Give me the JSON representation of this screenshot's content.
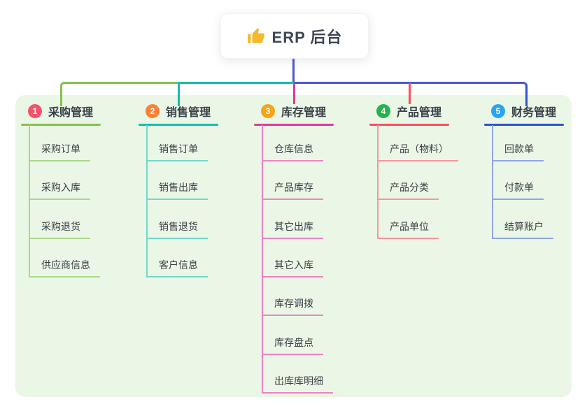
{
  "root": {
    "title": "ERP 后台",
    "icon": "thumbs-up-icon"
  },
  "colors": {
    "panel_bg": "#ebf7e6",
    "root_connector": "#4a58d0",
    "root_text": "#3d4656",
    "branch_title_text": "#383f47",
    "child_text": "#3a4047",
    "thumb_icon": "#f6b92c"
  },
  "branches": [
    {
      "index": "1",
      "label": "采购管理",
      "badge_color": "#f4516c",
      "line_color": "#82c34c",
      "child_line_color": "#abd78a",
      "children": [
        "采购订单",
        "采购入库",
        "采购退货",
        "供应商信息"
      ]
    },
    {
      "index": "2",
      "label": "销售管理",
      "badge_color": "#f88136",
      "line_color": "#13bfab",
      "child_line_color": "#74d8cb",
      "children": [
        "销售订单",
        "销售出库",
        "销售退货",
        "客户信息"
      ]
    },
    {
      "index": "3",
      "label": "库存管理",
      "badge_color": "#f7a418",
      "line_color": "#e23a98",
      "child_line_color": "#ee82c3",
      "children": [
        "仓库信息",
        "产品库存",
        "其它出库",
        "其它入库",
        "库存调拨",
        "库存盘点",
        "出库库明细"
      ]
    },
    {
      "index": "4",
      "label": "产品管理",
      "badge_color": "#26b24e",
      "line_color": "#f94e5d",
      "child_line_color": "#fb939b",
      "children": [
        "产品（物料）",
        "产品分类",
        "产品单位"
      ]
    },
    {
      "index": "5",
      "label": "财务管理",
      "badge_color": "#29a4f2",
      "line_color": "#2e53cc",
      "child_line_color": "#8ea6e6",
      "children": [
        "回款单",
        "付款单",
        "结算账户"
      ]
    }
  ]
}
